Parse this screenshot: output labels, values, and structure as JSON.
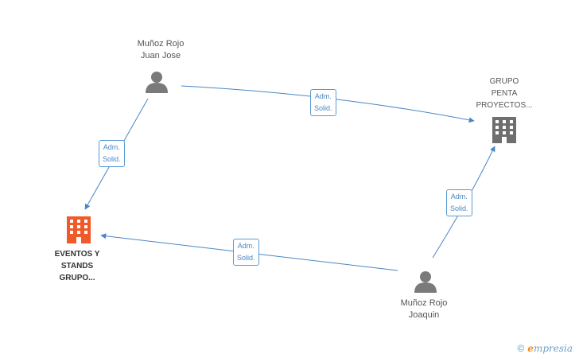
{
  "nodes": {
    "rojo_juan_jose": {
      "lines": [
        "Muñoz Rojo",
        "Juan Jose"
      ],
      "type": "person"
    },
    "grupo_penta": {
      "lines": [
        "GRUPO",
        "PENTA",
        "PROYECTOS..."
      ],
      "type": "company"
    },
    "eventos_stands": {
      "lines": [
        "EVENTOS Y",
        "STANDS",
        "GRUPO..."
      ],
      "type": "company-highlight"
    },
    "rojo_joaquin": {
      "lines": [
        "Muñoz Rojo",
        "Joaquin"
      ],
      "type": "person"
    }
  },
  "edges": [
    {
      "from": "rojo_juan_jose",
      "to": "grupo_penta",
      "label": [
        "Adm.",
        "Solid."
      ]
    },
    {
      "from": "rojo_juan_jose",
      "to": "eventos_stands",
      "label": [
        "Adm.",
        "Solid."
      ]
    },
    {
      "from": "rojo_joaquin",
      "to": "grupo_penta",
      "label": [
        "Adm.",
        "Solid."
      ]
    },
    {
      "from": "rojo_joaquin",
      "to": "eventos_stands",
      "label": [
        "Adm.",
        "Solid."
      ]
    }
  ],
  "colors": {
    "edge": "#4a86c5",
    "person": "#7a7a7a",
    "company": "#6f6f6f",
    "highlight": "#f05a28"
  },
  "brand": {
    "copyright": "©",
    "initial": "e",
    "rest": "mpresia"
  }
}
